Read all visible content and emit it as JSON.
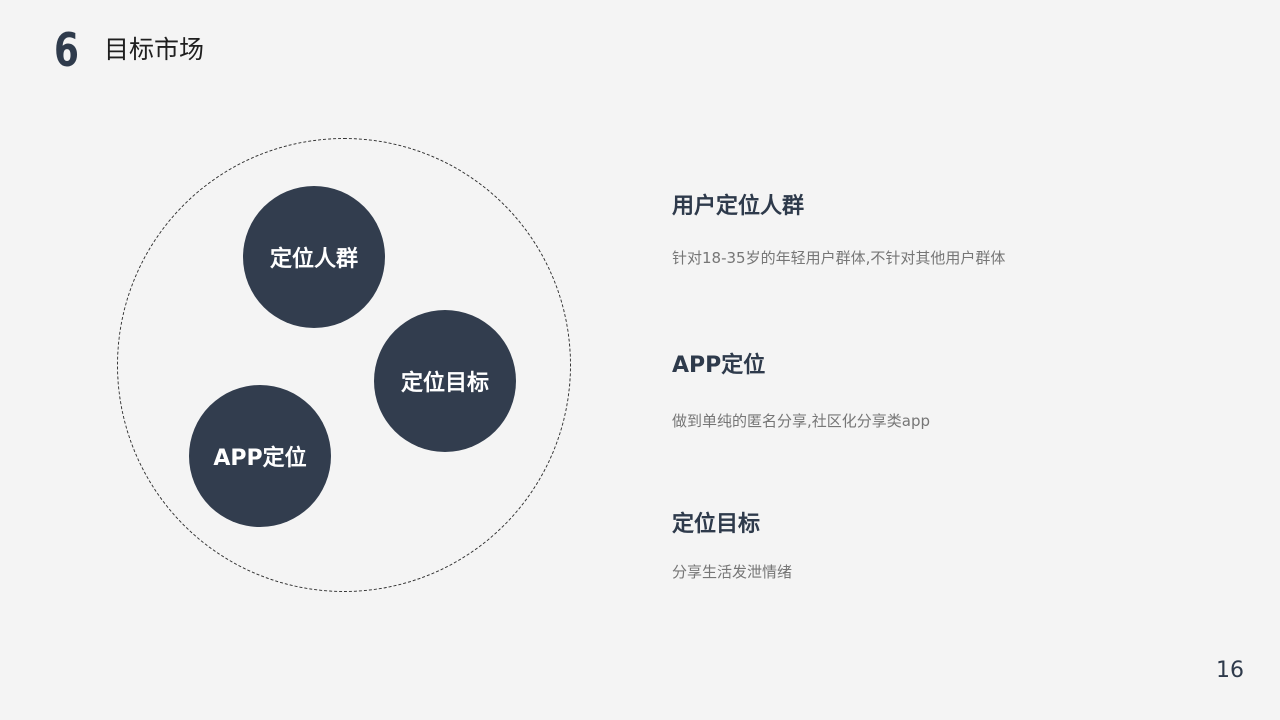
{
  "header": {
    "section_number": "6",
    "title": "目标市场"
  },
  "diagram": {
    "bubbles": [
      {
        "label": "定位人群"
      },
      {
        "label": "定位目标"
      },
      {
        "label": "APP定位"
      }
    ]
  },
  "items": [
    {
      "heading": "用户定位人群",
      "description": "针对18-35岁的年轻用户群体,不针对其他用户群体"
    },
    {
      "heading": "APP定位",
      "description": "做到单纯的匿名分享,社区化分享类app"
    },
    {
      "heading": "定位目标",
      "description": "分享生活发泄情绪"
    }
  ],
  "footer": {
    "page_number": "16"
  },
  "colors": {
    "background": "#f4f4f4",
    "bubble": "#323d4e",
    "heading": "#2e3a4b",
    "description": "#767676"
  }
}
